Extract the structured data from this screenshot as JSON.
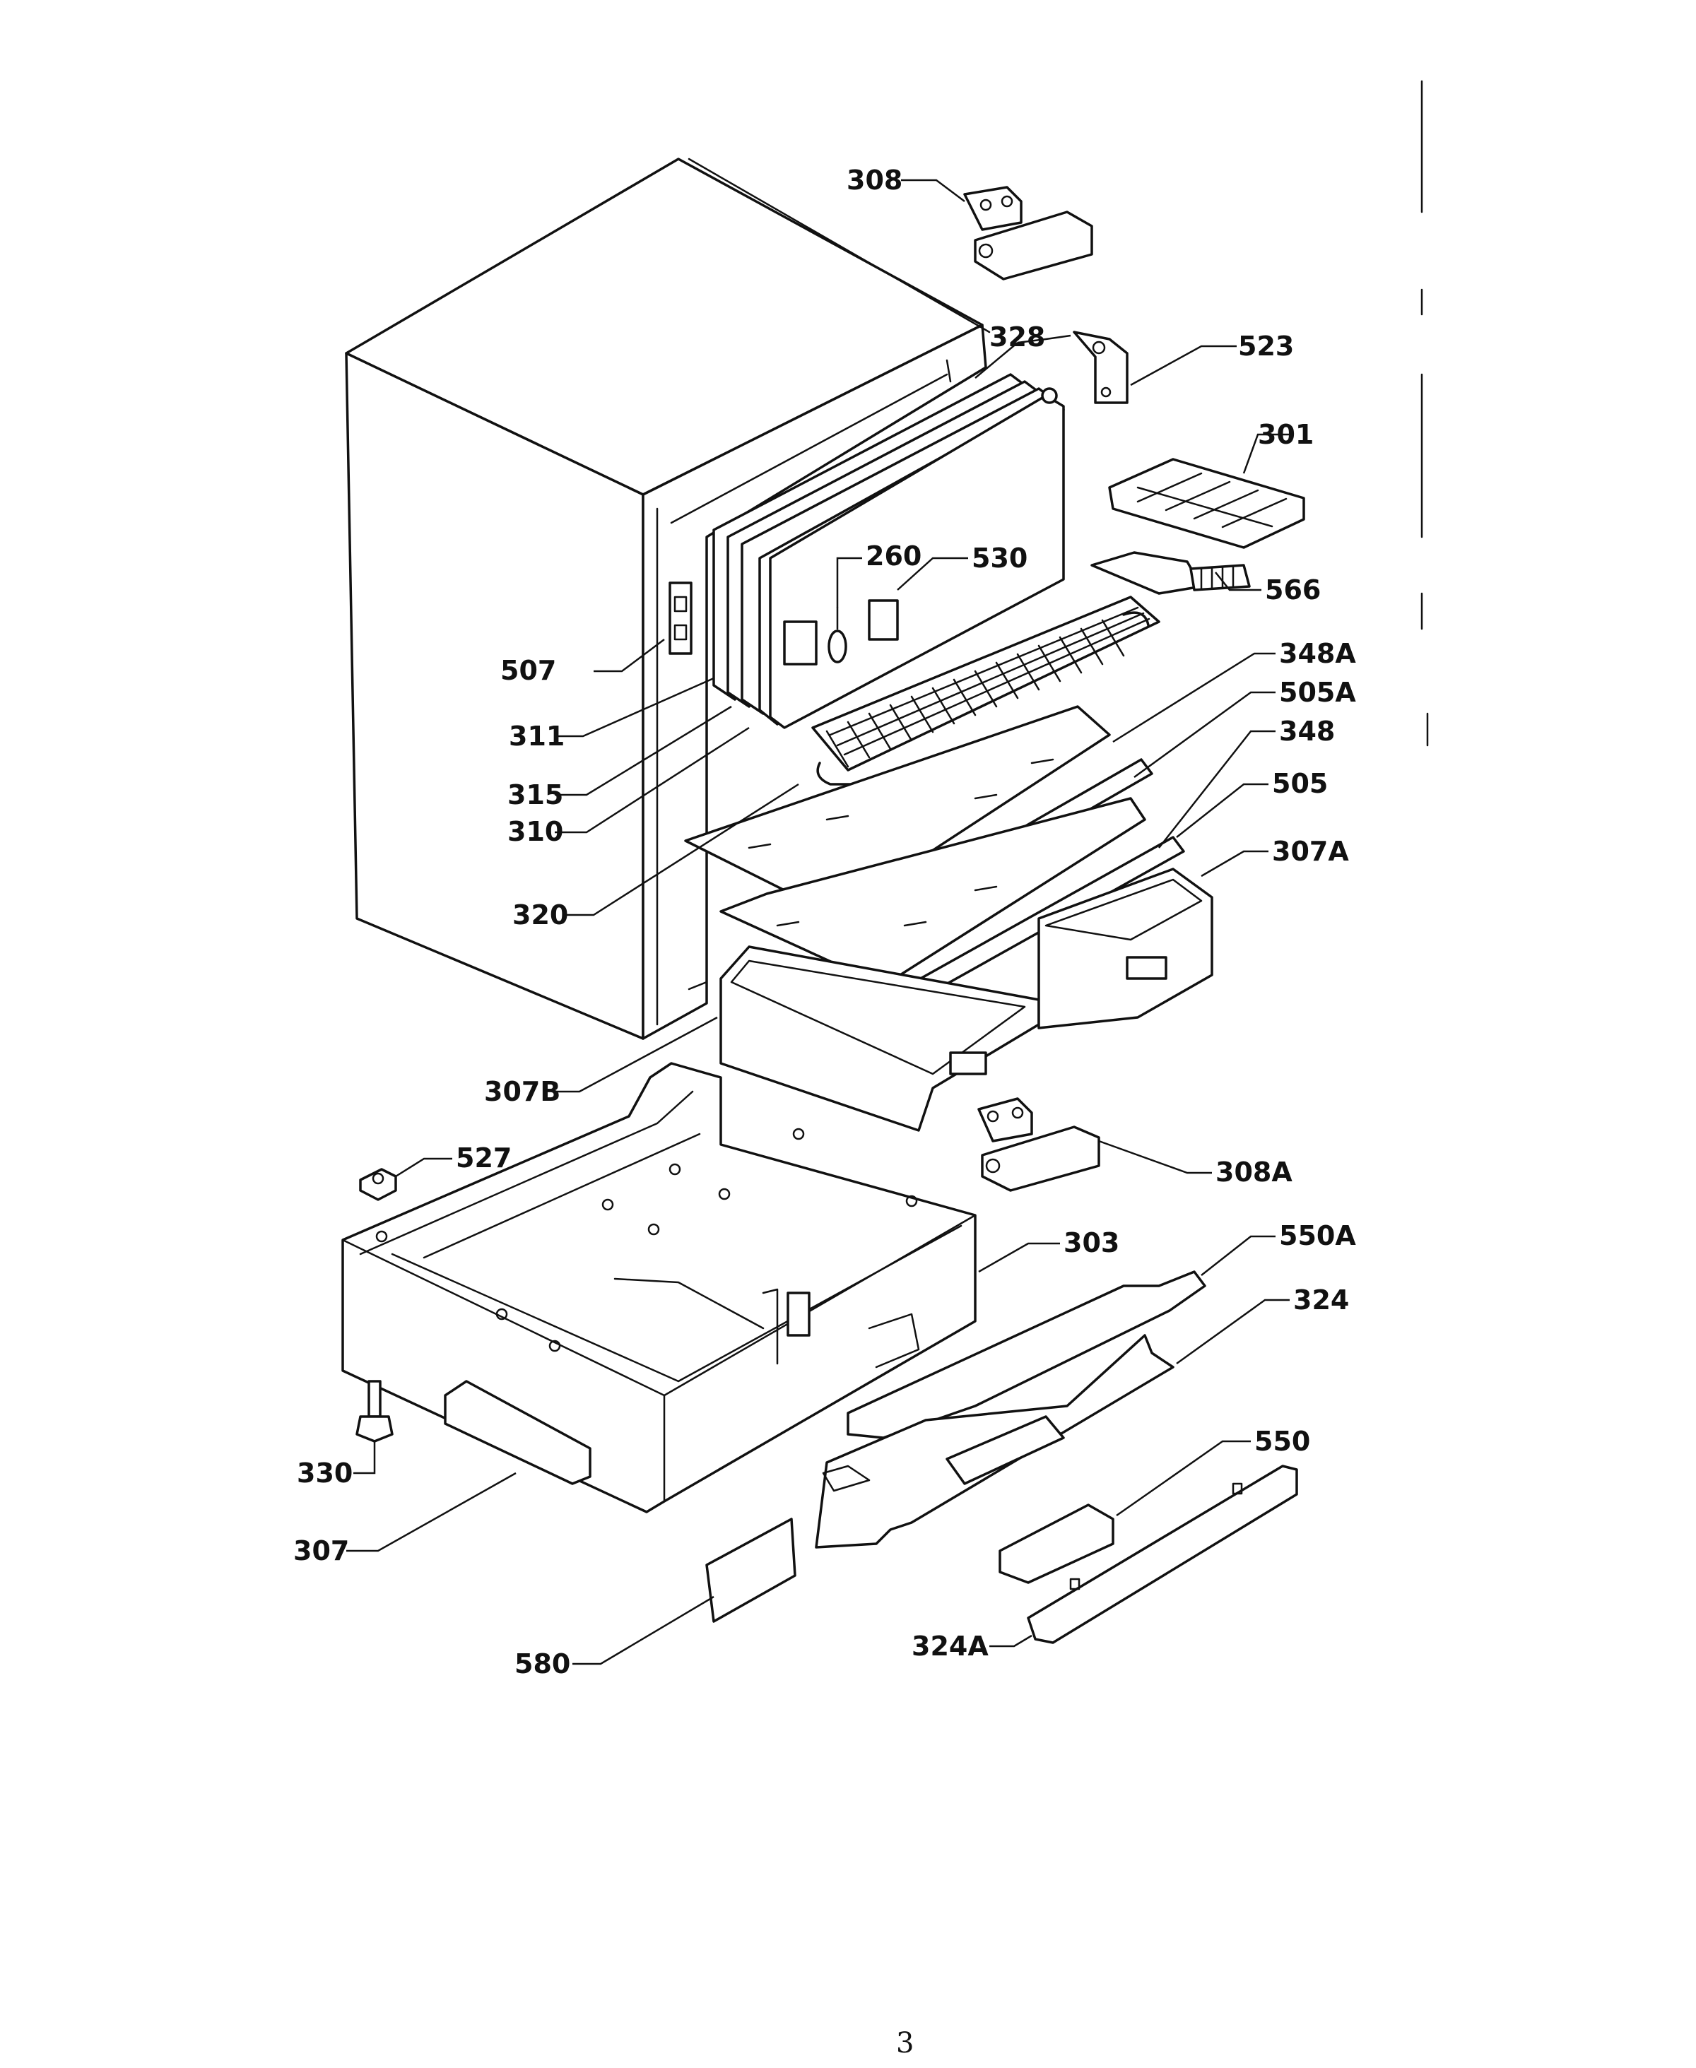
{
  "diagram": {
    "labels": {
      "l308": "308",
      "l328": "328",
      "l523": "523",
      "l301": "301",
      "l260": "260",
      "l530": "530",
      "l566": "566",
      "l507": "507",
      "l348A": "348A",
      "l505A": "505A",
      "l348": "348",
      "l311": "311",
      "l505": "505",
      "l315": "315",
      "l310": "310",
      "l307A": "307A",
      "l320": "320",
      "l307B": "307B",
      "l527": "527",
      "l308A": "308A",
      "l303": "303",
      "l550A": "550A",
      "l324": "324",
      "l550": "550",
      "l330": "330",
      "l307": "307",
      "l580": "580",
      "l324A": "324A"
    }
  },
  "page": {
    "number": "3"
  }
}
